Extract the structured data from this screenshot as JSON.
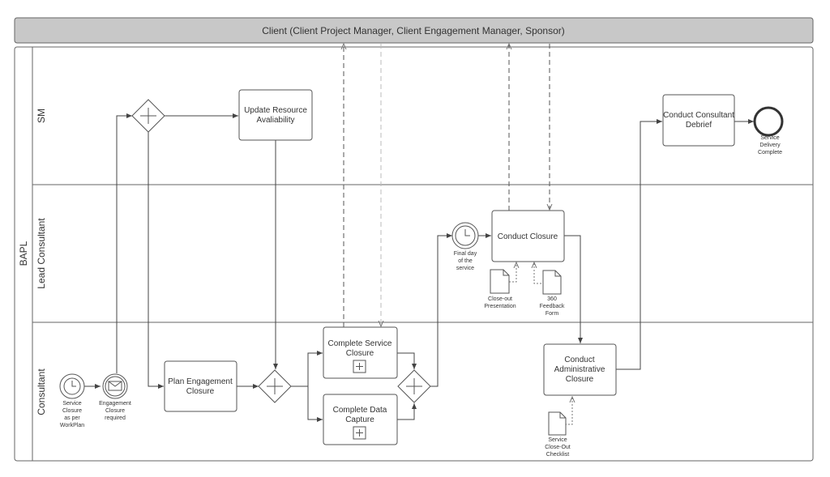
{
  "pool_top": {
    "title": "Client (Client Project Manager, Client Engagement Manager, Sponsor)"
  },
  "pool_main": {
    "title": "BAPL"
  },
  "lanes": {
    "sm": "SM",
    "lead": "Lead Consultant",
    "consultant": "Consultant"
  },
  "tasks": {
    "update_resource": [
      "Update Resource",
      "Avaliability"
    ],
    "consultant_debrief": [
      "Conduct Consultant",
      "Debrief"
    ],
    "conduct_closure": [
      "Conduct Closure"
    ],
    "plan_engagement": [
      "Plan Engagement",
      "Closure"
    ],
    "complete_service": [
      "Complete Service",
      "Closure"
    ],
    "complete_data": [
      "Complete Data",
      "Capture"
    ],
    "admin_closure": [
      "Conduct",
      "Administrative",
      "Closure"
    ]
  },
  "events": {
    "service_closure": [
      "Service",
      "Closure",
      "as per",
      "WorkPlan"
    ],
    "engagement_required": [
      "Engagement",
      "Closure",
      "required"
    ],
    "final_day": [
      "Final day",
      "of the",
      "service"
    ],
    "delivery_complete": [
      "Service",
      "Delivery",
      "Complete"
    ]
  },
  "documents": {
    "closeout_presentation": [
      "Close-out",
      "Presentation"
    ],
    "feedback_form": [
      "360",
      "Feedback",
      "Form"
    ],
    "checklist": [
      "Service",
      "Close-Out",
      "Checklist"
    ]
  },
  "colors": {
    "pool_header": "#c8c8c8",
    "stroke": "#555555",
    "flow": "#444444"
  }
}
